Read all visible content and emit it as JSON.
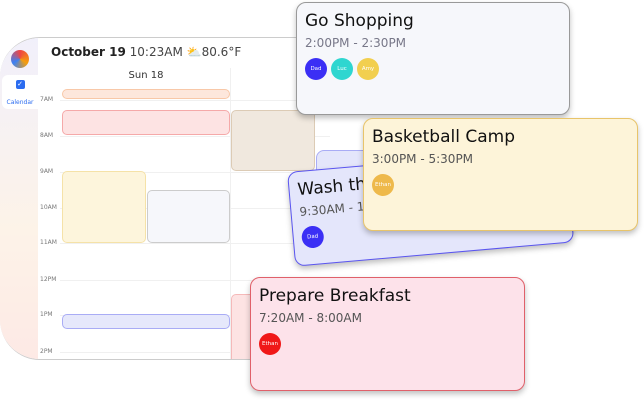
{
  "header": {
    "date": "October 19",
    "time": "10:23AM",
    "weather_icon": "partly-cloudy-icon",
    "temperature": "80.6°F"
  },
  "sidebar": {
    "items": [
      {
        "label": "Calendar",
        "icon": "calendar-icon",
        "active": true
      }
    ]
  },
  "calendar": {
    "day_label": "Sun 18",
    "hours": [
      "7AM",
      "8AM",
      "9AM",
      "10AM",
      "11AM",
      "12PM",
      "1PM",
      "2PM"
    ]
  },
  "cards": [
    {
      "title": "Go Shopping",
      "time": "2:00PM - 2:30PM",
      "attendees": [
        {
          "name": "Dad",
          "color": "#3b2ff5"
        },
        {
          "name": "Luc",
          "color": "#2fd6d0"
        },
        {
          "name": "Amy",
          "color": "#f2cf4f"
        }
      ]
    },
    {
      "title": "Basketball Camp",
      "time": "3:00PM - 5:30PM",
      "attendees": [
        {
          "name": "Ethan",
          "color": "#eeb94b"
        }
      ]
    },
    {
      "title": "Wash the",
      "time": "9:30AM - 1",
      "attendees": [
        {
          "name": "Dad",
          "color": "#3b2ff5"
        }
      ]
    },
    {
      "title": "Prepare Breakfast",
      "time": "7:20AM - 8:00AM",
      "attendees": [
        {
          "name": "Ethan",
          "color": "#f01818"
        }
      ]
    }
  ]
}
